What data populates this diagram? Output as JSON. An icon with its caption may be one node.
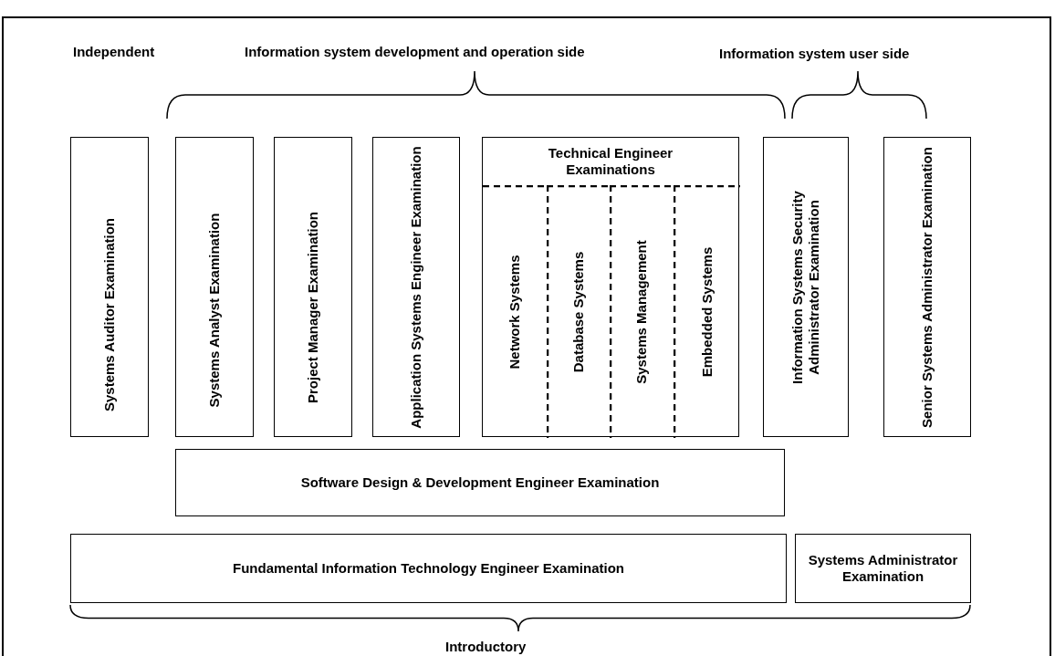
{
  "diagram": {
    "nodes": [
      {
        "text": [
          "Systems Auditor Examination"
        ]
      },
      {
        "text": [
          "Systems Analyst Examination"
        ]
      },
      {
        "text": [
          "Project Manager Examination"
        ]
      },
      {
        "text": [
          "Application Systems Engineer Examination"
        ]
      },
      {
        "text": [
          "Technical Engineer Examinations"
        ]
      },
      {
        "text": [
          "Network Systems"
        ],
        "in": 4
      },
      {
        "text": [
          "Database Systems"
        ],
        "in": 4
      },
      {
        "text": [
          "Systems Management"
        ],
        "in": 4
      },
      {
        "text": [
          "Embedded Systems"
        ],
        "in": 4
      },
      {
        "text": [
          "Information Systems Security Administrator Examination"
        ]
      },
      {
        "text": [
          "Senior Systems Administrator Examination"
        ]
      },
      {
        "text": [
          "Software Design & Development Engineer Examination"
        ]
      },
      {
        "text": [
          "Fundamental Information Technology Engineer Examination"
        ]
      },
      {
        "text": [
          "Systems Administrator Examination"
        ]
      }
    ],
    "labels": [
      "Independent",
      "Information system development and operation side",
      "Information system user side",
      "Introductory"
    ]
  }
}
